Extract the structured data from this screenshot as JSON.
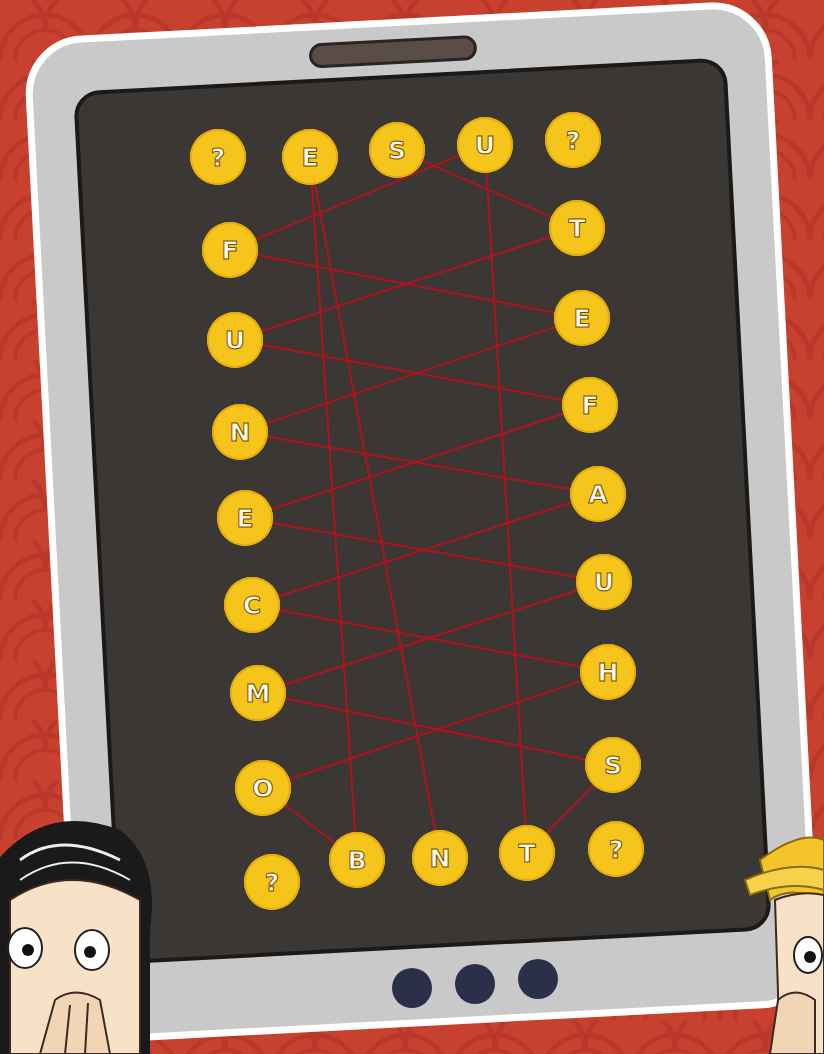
{
  "diagram": {
    "nodes": [
      {
        "text": [
          "?"
        ]
      },
      {
        "text": [
          "E"
        ]
      },
      {
        "text": [
          "S"
        ]
      },
      {
        "text": [
          "U"
        ]
      },
      {
        "text": [
          "?"
        ]
      },
      {
        "text": [
          "F"
        ]
      },
      {
        "text": [
          "T"
        ]
      },
      {
        "text": [
          "U"
        ]
      },
      {
        "text": [
          "E"
        ]
      },
      {
        "text": [
          "N"
        ]
      },
      {
        "text": [
          "F"
        ]
      },
      {
        "text": [
          "E"
        ]
      },
      {
        "text": [
          "A"
        ]
      },
      {
        "text": [
          "C"
        ]
      },
      {
        "text": [
          "U"
        ]
      },
      {
        "text": [
          "M"
        ]
      },
      {
        "text": [
          "H"
        ]
      },
      {
        "text": [
          "O"
        ]
      },
      {
        "text": [
          "S"
        ]
      },
      {
        "text": [
          "?"
        ]
      },
      {
        "text": [
          "B"
        ]
      },
      {
        "text": [
          "N"
        ]
      },
      {
        "text": [
          "T"
        ]
      },
      {
        "text": [
          "?"
        ]
      }
    ],
    "edges": [
      {
        "from": 3,
        "to": 5,
        "arrow": "none"
      },
      {
        "from": 2,
        "to": 6,
        "arrow": "none"
      },
      {
        "from": 1,
        "to": 20,
        "arrow": "none"
      },
      {
        "from": 1,
        "to": 21,
        "arrow": "none"
      },
      {
        "from": 3,
        "to": 22,
        "arrow": "none"
      },
      {
        "from": 5,
        "to": 8,
        "arrow": "none"
      },
      {
        "from": 6,
        "to": 7,
        "arrow": "none"
      },
      {
        "from": 7,
        "to": 10,
        "arrow": "none"
      },
      {
        "from": 8,
        "to": 9,
        "arrow": "none"
      },
      {
        "from": 9,
        "to": 12,
        "arrow": "none"
      },
      {
        "from": 10,
        "to": 11,
        "arrow": "none"
      },
      {
        "from": 11,
        "to": 14,
        "arrow": "none"
      },
      {
        "from": 12,
        "to": 13,
        "arrow": "none"
      },
      {
        "from": 13,
        "to": 16,
        "arrow": "none"
      },
      {
        "from": 14,
        "to": 15,
        "arrow": "none"
      },
      {
        "from": 15,
        "to": 18,
        "arrow": "none"
      },
      {
        "from": 16,
        "to": 17,
        "arrow": "none"
      },
      {
        "from": 17,
        "to": 20,
        "arrow": "none"
      },
      {
        "from": 18,
        "to": 22,
        "arrow": "none"
      }
    ]
  }
}
